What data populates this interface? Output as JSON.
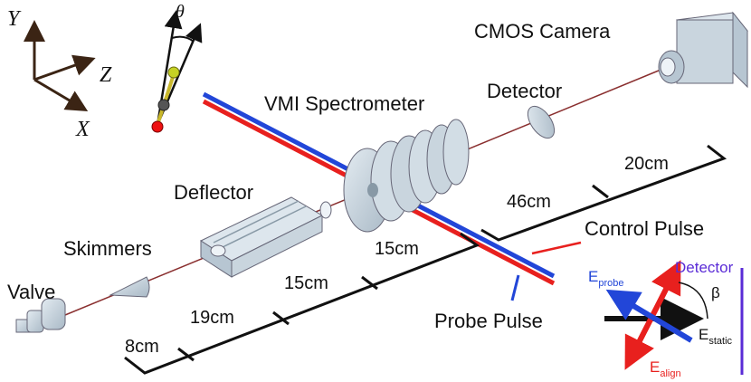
{
  "axes": {
    "y": "Y",
    "z": "Z",
    "x": "X"
  },
  "theta": "θ",
  "labels": {
    "camera": "CMOS Camera",
    "detector": "Detector",
    "vmi": "VMI Spectrometer",
    "deflector": "Deflector",
    "skimmers": "Skimmers",
    "valve": "Valve",
    "control": "Control Pulse",
    "probe": "Probe Pulse"
  },
  "distances": [
    "8cm",
    "19cm",
    "15cm",
    "15cm",
    "46cm",
    "20cm"
  ],
  "vectors": {
    "detector": "Detector",
    "beta": "β",
    "e_probe": {
      "base": "E",
      "sub": "probe"
    },
    "e_static": {
      "base": "E",
      "sub": "static"
    },
    "e_align": {
      "base": "E",
      "sub": "align"
    }
  },
  "colors": {
    "red": "#e8201e",
    "blue": "#2246d8",
    "purple": "#5a2bd6",
    "steel": "#c9d5de",
    "beam": "#8a2f2f"
  }
}
